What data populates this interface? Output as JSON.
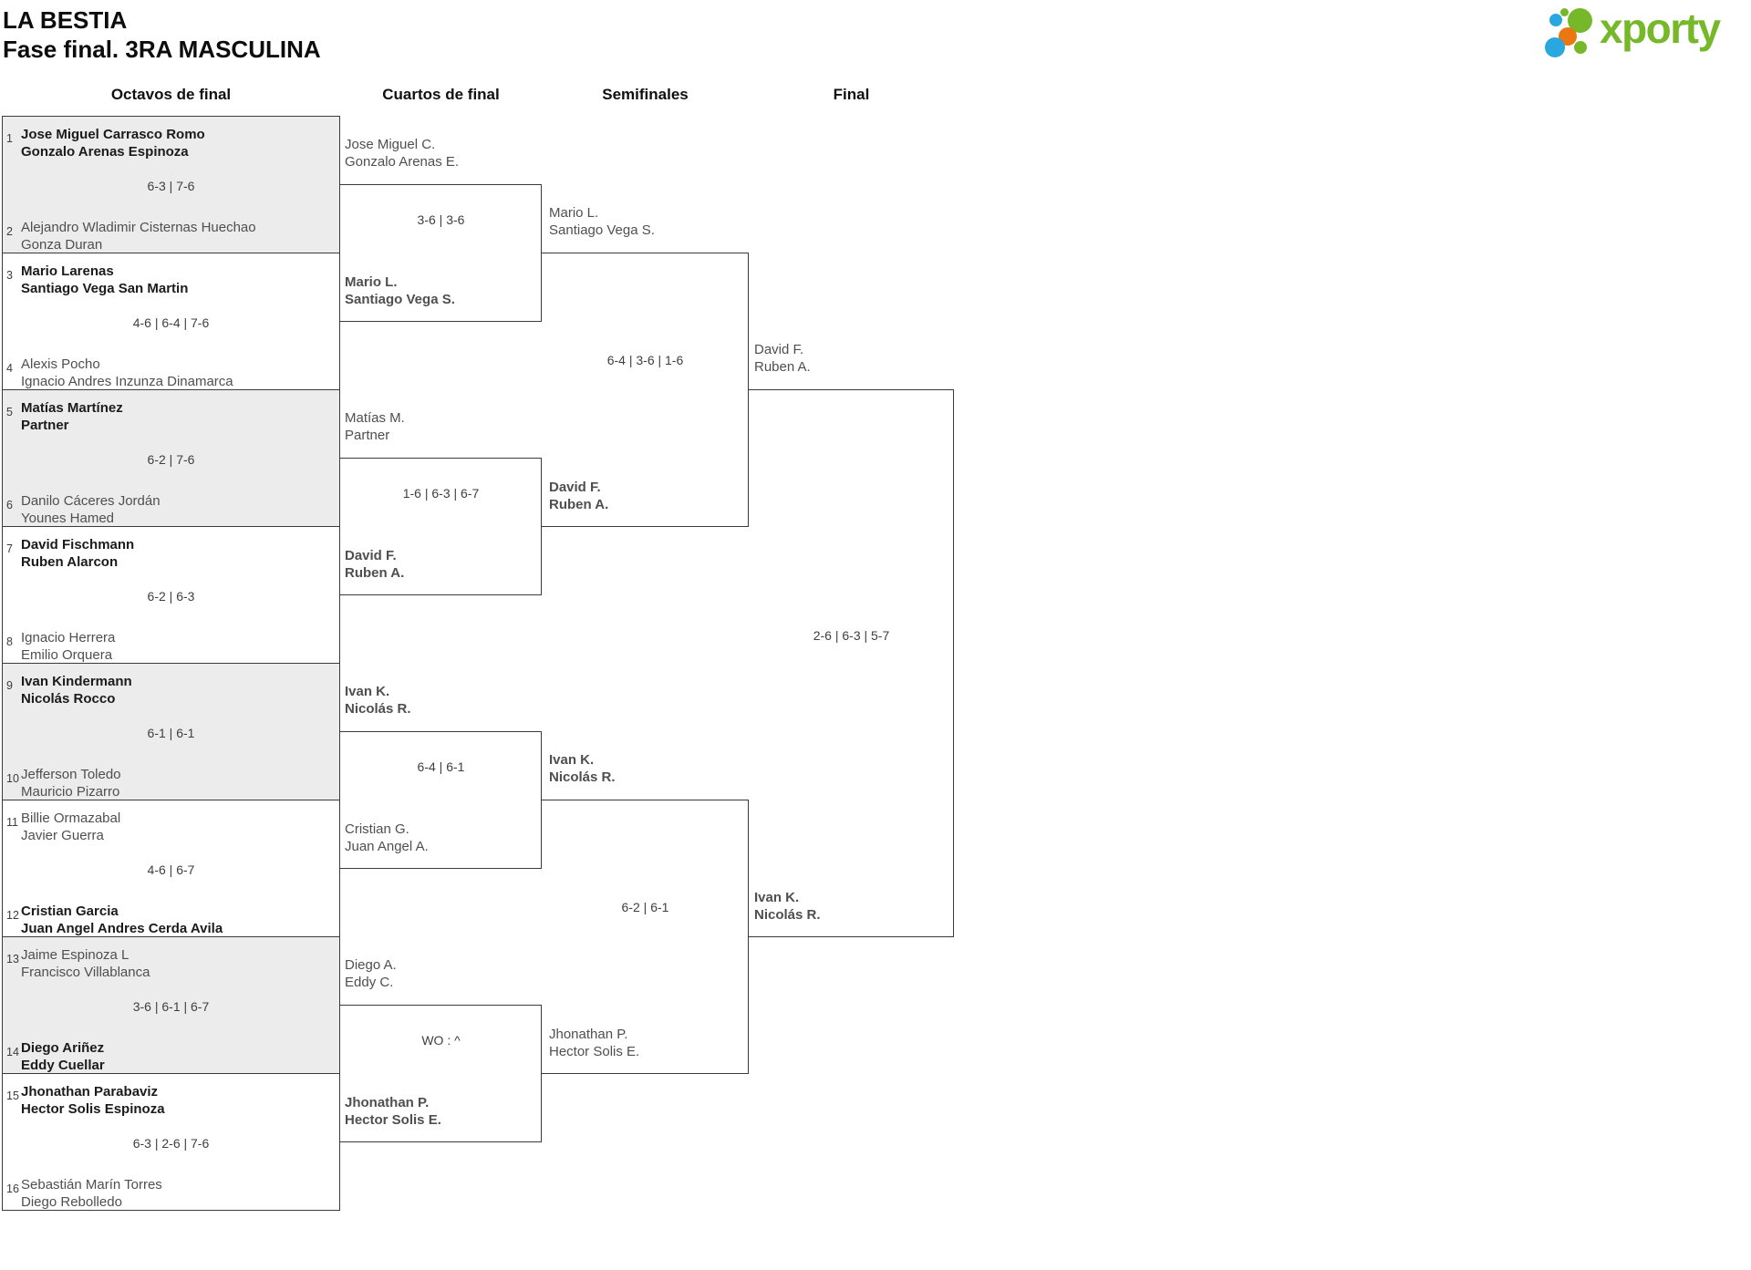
{
  "title": "LA BESTIA",
  "subtitle": "Fase final. 3RA MASCULINA",
  "logo": {
    "brand": "xporty",
    "colors": {
      "green": "#76b82a",
      "blue": "#29a8e0",
      "orange": "#ea7711"
    }
  },
  "rounds": [
    "Octavos de final",
    "Cuartos de final",
    "Semifinales",
    "Final"
  ],
  "octavos": [
    {
      "seed_top": "1",
      "team_top": [
        "Jose Miguel Carrasco Romo",
        "Gonzalo Arenas Espinoza"
      ],
      "score": "6-3 | 7-6",
      "winner": "top",
      "seed_bottom": "2",
      "team_bottom": [
        "Alejandro Wladimir Cisternas Huechao",
        "Gonza Duran"
      ]
    },
    {
      "seed_top": "3",
      "team_top": [
        "Mario Larenas",
        "Santiago Vega San Martin"
      ],
      "score": "4-6 | 6-4 | 7-6",
      "winner": "top",
      "seed_bottom": "4",
      "team_bottom": [
        "Alexis Pocho",
        "Ignacio Andres Inzunza Dinamarca"
      ]
    },
    {
      "seed_top": "5",
      "team_top": [
        "Matías Martínez",
        "Partner"
      ],
      "score": "6-2 | 7-6",
      "winner": "top",
      "seed_bottom": "6",
      "team_bottom": [
        "Danilo Cáceres Jordán",
        "Younes Hamed"
      ]
    },
    {
      "seed_top": "7",
      "team_top": [
        "David Fischmann",
        "Ruben Alarcon"
      ],
      "score": "6-2 | 6-3",
      "winner": "top",
      "seed_bottom": "8",
      "team_bottom": [
        "Ignacio Herrera",
        "Emilio Orquera"
      ]
    },
    {
      "seed_top": "9",
      "team_top": [
        "Ivan Kindermann",
        "Nicolás Rocco"
      ],
      "score": "6-1 | 6-1",
      "winner": "top",
      "seed_bottom": "10",
      "team_bottom": [
        "Jefferson Toledo",
        "Mauricio Pizarro"
      ]
    },
    {
      "seed_top": "11",
      "team_top": [
        "Billie Ormazabal",
        "Javier Guerra"
      ],
      "score": "4-6 | 6-7",
      "winner": "bottom",
      "seed_bottom": "12",
      "team_bottom": [
        "Cristian Garcia",
        "Juan Angel Andres Cerda Avila"
      ]
    },
    {
      "seed_top": "13",
      "team_top": [
        "Jaime Espinoza L",
        "Francisco Villablanca"
      ],
      "score": "3-6 | 6-1 | 6-7",
      "winner": "bottom",
      "seed_bottom": "14",
      "team_bottom": [
        "Diego Ariñez",
        "Eddy Cuellar"
      ]
    },
    {
      "seed_top": "15",
      "team_top": [
        "Jhonathan Parabaviz",
        "Hector Solis Espinoza"
      ],
      "score": "6-3 | 2-6 | 7-6",
      "winner": "top",
      "seed_bottom": "16",
      "team_bottom": [
        "Sebastián Marín Torres",
        "Diego Rebolledo"
      ]
    }
  ],
  "cuartos": [
    {
      "team_top": [
        "Jose Miguel C.",
        "Gonzalo Arenas E."
      ],
      "score": "3-6 | 3-6",
      "team_bottom": [
        "Mario L.",
        "Santiago Vega S."
      ],
      "winner": "bottom"
    },
    {
      "team_top": [
        "Matías M.",
        "Partner"
      ],
      "score": "1-6 | 6-3 | 6-7",
      "team_bottom": [
        "David F.",
        "Ruben A."
      ],
      "winner": "bottom"
    },
    {
      "team_top": [
        "Ivan K.",
        "Nicolás R."
      ],
      "score": "6-4 | 6-1",
      "team_bottom": [
        "Cristian G.",
        "Juan Angel A."
      ],
      "winner": "top"
    },
    {
      "team_top": [
        "Diego A.",
        "Eddy C."
      ],
      "score": "WO : ^",
      "team_bottom": [
        "Jhonathan P.",
        "Hector Solis E."
      ],
      "winner": "bottom"
    }
  ],
  "semifinales": [
    {
      "team_top": [
        "Mario L.",
        "Santiago Vega S."
      ],
      "score": "6-4 | 3-6 | 1-6",
      "team_bottom": [
        "David F.",
        "Ruben A."
      ],
      "winner": "bottom"
    },
    {
      "team_top": [
        "Ivan K.",
        "Nicolás R."
      ],
      "score": "6-2 | 6-1",
      "team_bottom": [
        "Jhonathan P.",
        "Hector Solis E."
      ],
      "winner": "top"
    }
  ],
  "final": {
    "team_top": [
      "David F.",
      "Ruben A."
    ],
    "score": "2-6 | 6-3 | 5-7",
    "team_bottom": [
      "Ivan K.",
      "Nicolás R."
    ],
    "winner": "bottom"
  }
}
